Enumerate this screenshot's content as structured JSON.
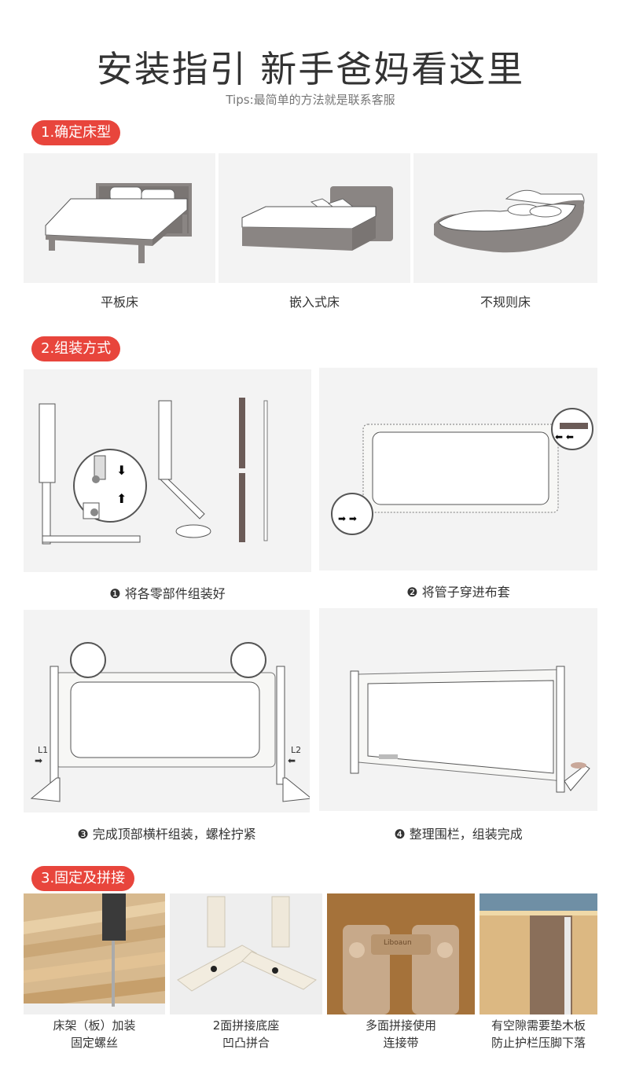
{
  "header": {
    "title": "安装指引  新手爸妈看这里",
    "tips": "Tips:最简单的方法就是联系客服"
  },
  "section1": {
    "label": "1.确定床型",
    "beds": [
      {
        "caption": "平板床"
      },
      {
        "caption": "嵌入式床"
      },
      {
        "caption": "不规则床"
      }
    ]
  },
  "section2": {
    "label": "2.组装方式",
    "steps": [
      {
        "caption": "❶ 将各零部件组装好"
      },
      {
        "caption": "❷ 将管子穿进布套"
      },
      {
        "caption": "❸ 完成顶部横杆组装，螺栓拧紧",
        "l1": "L1",
        "l2": "L2"
      },
      {
        "caption": "❹ 整理围栏，组装完成"
      }
    ]
  },
  "section3": {
    "label": "3.固定及拼接",
    "brand": "Liboaun",
    "items": [
      {
        "line1": "床架（板）加装",
        "line2": "固定螺丝"
      },
      {
        "line1": "2面拼接底座",
        "line2": "凹凸拼合"
      },
      {
        "line1": "多面拼接使用",
        "line2": "连接带"
      },
      {
        "line1": "有空隙需要垫木板",
        "line2": "防止护栏压脚下落"
      }
    ]
  },
  "colors": {
    "accent": "#e8453c",
    "panel": "#f3f3f3",
    "bedGray": "#8a8583"
  }
}
